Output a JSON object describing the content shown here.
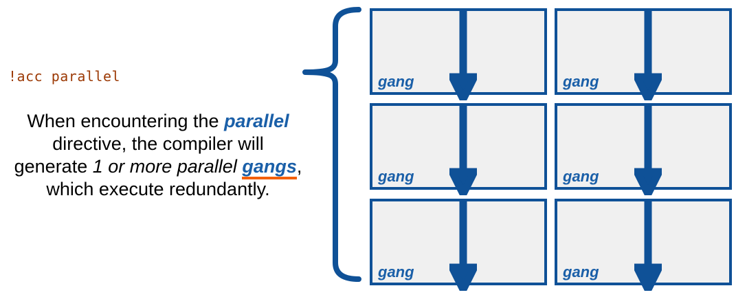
{
  "slide": {
    "background_color": "#FFFFFF",
    "accent_blue": "#0F5197",
    "label_blue": "#1A5FA8",
    "code_brown": "#9C3A06",
    "underline_orange": "#F4600B",
    "box_fill": "#F0F0F0"
  },
  "left": {
    "directive": "!acc parallel",
    "description": {
      "part1": "When encountering the ",
      "keyword_parallel": "parallel",
      "part2": " directive, the compiler will generate ",
      "emphasis": "1 or more parallel",
      "part3": " ",
      "keyword_gangs": "gangs",
      "part4": ", which execute redundantly."
    }
  },
  "brace": {
    "icon": "left-curly-brace-icon",
    "color": "#0F5197"
  },
  "grid": {
    "rows": 3,
    "columns": 2,
    "boxes": [
      {
        "label": "gang",
        "arrow": "down-arrow-icon"
      },
      {
        "label": "gang",
        "arrow": "down-arrow-icon"
      },
      {
        "label": "gang",
        "arrow": "down-arrow-icon"
      },
      {
        "label": "gang",
        "arrow": "down-arrow-icon"
      },
      {
        "label": "gang",
        "arrow": "down-arrow-icon"
      },
      {
        "label": "gang",
        "arrow": "down-arrow-icon"
      }
    ]
  }
}
